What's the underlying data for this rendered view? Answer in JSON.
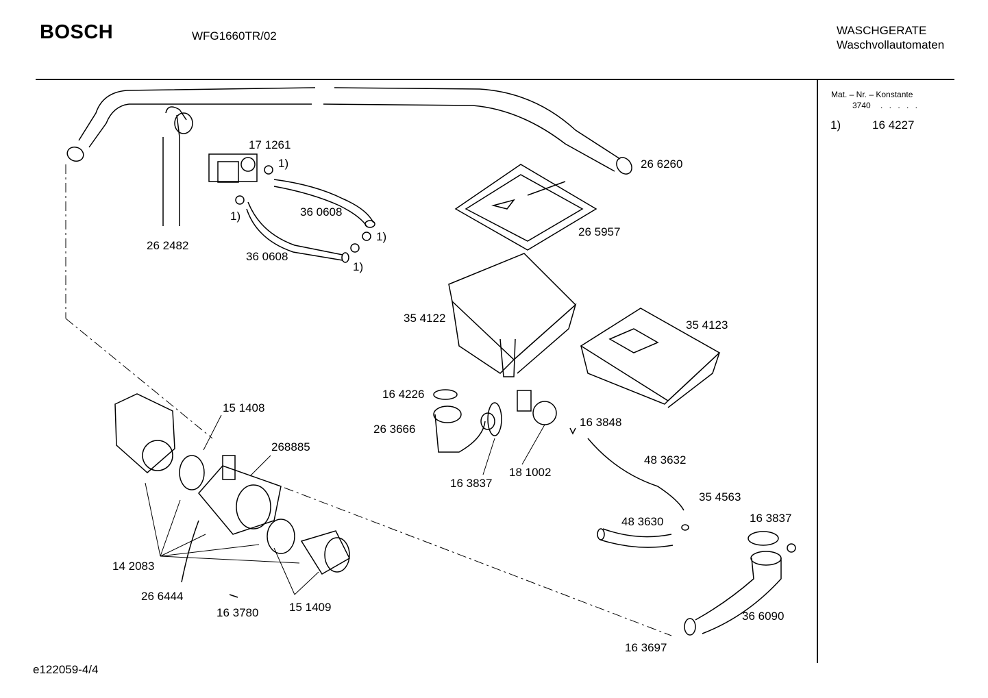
{
  "header": {
    "brand": "BOSCH",
    "model": "WFG1660TR/02",
    "category_line1": "WASCHGERATE",
    "category_line2": "Waschvollautomaten"
  },
  "side_panel": {
    "constant_label": "Mat. – Nr. – Konstante",
    "constant_value": "3740",
    "constant_dots": ". . . . .",
    "note_marker": "1)",
    "note_part": "16 4227"
  },
  "footer": {
    "reference": "e122059-4/4"
  },
  "parts": [
    {
      "id": "p266260",
      "label": "26 6260"
    },
    {
      "id": "p171261",
      "label": "17 1261"
    },
    {
      "id": "p262482",
      "label": "26 2482"
    },
    {
      "id": "p360608a",
      "label": "36 0608"
    },
    {
      "id": "p360608b",
      "label": "36 0608"
    },
    {
      "id": "p265957",
      "label": "26 5957"
    },
    {
      "id": "p354122",
      "label": "35 4122"
    },
    {
      "id": "p354123",
      "label": "35 4123"
    },
    {
      "id": "p164226",
      "label": "16 4226"
    },
    {
      "id": "p263666",
      "label": "26 3666"
    },
    {
      "id": "p163848",
      "label": "16 3848"
    },
    {
      "id": "p151408",
      "label": "15 1408"
    },
    {
      "id": "p268885",
      "label": "268885"
    },
    {
      "id": "p163837a",
      "label": "16 3837"
    },
    {
      "id": "p181002",
      "label": "18 1002"
    },
    {
      "id": "p483632",
      "label": "48 3632"
    },
    {
      "id": "p354563",
      "label": "35 4563"
    },
    {
      "id": "p483630",
      "label": "48 3630"
    },
    {
      "id": "p163837b",
      "label": "16 3837"
    },
    {
      "id": "p142083",
      "label": "14 2083"
    },
    {
      "id": "p266444",
      "label": "26 6444"
    },
    {
      "id": "p163780",
      "label": "16 3780"
    },
    {
      "id": "p151409",
      "label": "15 1409"
    },
    {
      "id": "p366090",
      "label": "36 6090"
    },
    {
      "id": "p163697",
      "label": "16 3697"
    }
  ],
  "clamp_markers": [
    "1)",
    "1)",
    "1)",
    "1)"
  ]
}
